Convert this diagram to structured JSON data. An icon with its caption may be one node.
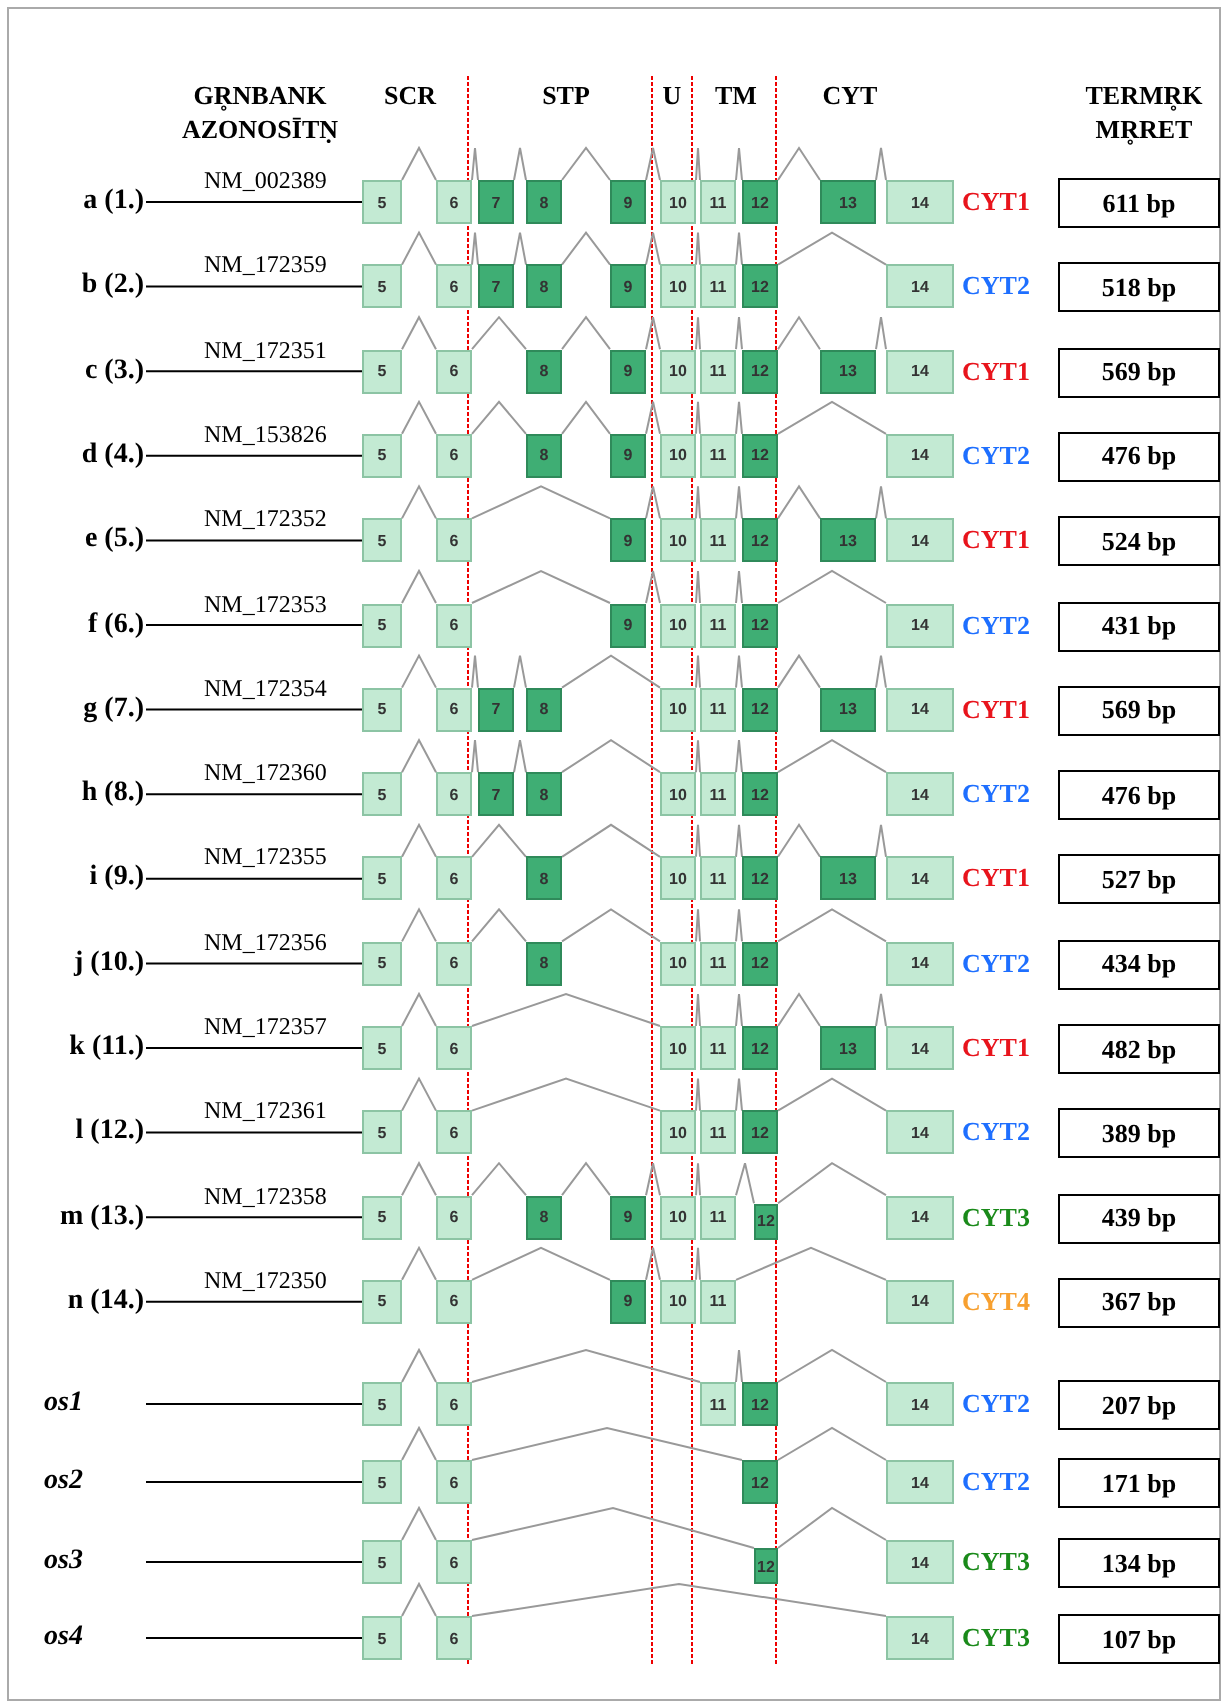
{
  "diagram": {
    "nodes": [
      {
        "text": [
          "a (1.)"
        ]
      },
      {
        "text": [
          "5"
        ]
      },
      {
        "text": [
          "6"
        ]
      },
      {
        "text": [
          "7"
        ]
      },
      {
        "text": [
          "8"
        ]
      },
      {
        "text": [
          "9"
        ]
      },
      {
        "text": [
          "10"
        ]
      },
      {
        "text": [
          "11"
        ]
      },
      {
        "text": [
          "12"
        ]
      },
      {
        "text": [
          "13"
        ]
      },
      {
        "text": [
          "14"
        ]
      },
      {
        "text": [
          "611 bp"
        ]
      },
      {
        "text": [
          "b (2.)"
        ]
      },
      {
        "text": [
          "5"
        ]
      },
      {
        "text": [
          "6"
        ]
      },
      {
        "text": [
          "7"
        ]
      },
      {
        "text": [
          "8"
        ]
      },
      {
        "text": [
          "9"
        ]
      },
      {
        "text": [
          "10"
        ]
      },
      {
        "text": [
          "11"
        ]
      },
      {
        "text": [
          "12"
        ]
      },
      {
        "text": [
          "14"
        ]
      },
      {
        "text": [
          "518 bp"
        ]
      },
      {
        "text": [
          "c (3.)"
        ]
      },
      {
        "text": [
          "5"
        ]
      },
      {
        "text": [
          "6"
        ]
      },
      {
        "text": [
          "8"
        ]
      },
      {
        "text": [
          "9"
        ]
      },
      {
        "text": [
          "10"
        ]
      },
      {
        "text": [
          "11"
        ]
      },
      {
        "text": [
          "12"
        ]
      },
      {
        "text": [
          "13"
        ]
      },
      {
        "text": [
          "14"
        ]
      },
      {
        "text": [
          "569 bp"
        ]
      },
      {
        "text": [
          "d (4.)"
        ]
      },
      {
        "text": [
          "5"
        ]
      },
      {
        "text": [
          "6"
        ]
      },
      {
        "text": [
          "8"
        ]
      },
      {
        "text": [
          "9"
        ]
      },
      {
        "text": [
          "10"
        ]
      },
      {
        "text": [
          "11"
        ]
      },
      {
        "text": [
          "12"
        ]
      },
      {
        "text": [
          "14"
        ]
      },
      {
        "text": [
          "476 bp"
        ]
      },
      {
        "text": [
          "e (5.)"
        ]
      },
      {
        "text": [
          "5"
        ]
      },
      {
        "text": [
          "6"
        ]
      },
      {
        "text": [
          "9"
        ]
      },
      {
        "text": [
          "10"
        ]
      },
      {
        "text": [
          "11"
        ]
      },
      {
        "text": [
          "12"
        ]
      },
      {
        "text": [
          "13"
        ]
      },
      {
        "text": [
          "14"
        ]
      },
      {
        "text": [
          "524 bp"
        ]
      },
      {
        "text": [
          "f (6.)"
        ]
      },
      {
        "text": [
          "5"
        ]
      },
      {
        "text": [
          "6"
        ]
      },
      {
        "text": [
          "9"
        ]
      },
      {
        "text": [
          "10"
        ]
      },
      {
        "text": [
          "11"
        ]
      },
      {
        "text": [
          "12"
        ]
      },
      {
        "text": [
          "14"
        ]
      },
      {
        "text": [
          "431 bp"
        ]
      },
      {
        "text": [
          "g (7.)"
        ]
      },
      {
        "text": [
          "5"
        ]
      },
      {
        "text": [
          "6"
        ]
      },
      {
        "text": [
          "7"
        ]
      },
      {
        "text": [
          "8"
        ]
      },
      {
        "text": [
          "10"
        ]
      },
      {
        "text": [
          "11"
        ]
      },
      {
        "text": [
          "12"
        ]
      },
      {
        "text": [
          "13"
        ]
      },
      {
        "text": [
          "14"
        ]
      },
      {
        "text": [
          "569 bp"
        ]
      },
      {
        "text": [
          "h (8.)"
        ]
      },
      {
        "text": [
          "5"
        ]
      },
      {
        "text": [
          "6"
        ]
      },
      {
        "text": [
          "7"
        ]
      },
      {
        "text": [
          "8"
        ]
      },
      {
        "text": [
          "10"
        ]
      },
      {
        "text": [
          "11"
        ]
      },
      {
        "text": [
          "12"
        ]
      },
      {
        "text": [
          "14"
        ]
      },
      {
        "text": [
          "476 bp"
        ]
      },
      {
        "text": [
          "i (9.)"
        ]
      },
      {
        "text": [
          "5"
        ]
      },
      {
        "text": [
          "6"
        ]
      },
      {
        "text": [
          "8"
        ]
      },
      {
        "text": [
          "10"
        ]
      },
      {
        "text": [
          "11"
        ]
      },
      {
        "text": [
          "12"
        ]
      },
      {
        "text": [
          "13"
        ]
      },
      {
        "text": [
          "14"
        ]
      },
      {
        "text": [
          "527 bp"
        ]
      },
      {
        "text": [
          "j (10.)"
        ]
      },
      {
        "text": [
          "5"
        ]
      },
      {
        "text": [
          "6"
        ]
      },
      {
        "text": [
          "8"
        ]
      },
      {
        "text": [
          "10"
        ]
      },
      {
        "text": [
          "11"
        ]
      },
      {
        "text": [
          "12"
        ]
      },
      {
        "text": [
          "14"
        ]
      },
      {
        "text": [
          "434 bp"
        ]
      },
      {
        "text": [
          "k (11.)"
        ]
      },
      {
        "text": [
          "5"
        ]
      },
      {
        "text": [
          "6"
        ]
      },
      {
        "text": [
          "10"
        ]
      },
      {
        "text": [
          "11"
        ]
      },
      {
        "text": [
          "12"
        ]
      },
      {
        "text": [
          "13"
        ]
      },
      {
        "text": [
          "14"
        ]
      },
      {
        "text": [
          "482 bp"
        ]
      },
      {
        "text": [
          "l (12.)"
        ]
      },
      {
        "text": [
          "5"
        ]
      },
      {
        "text": [
          "6"
        ]
      },
      {
        "text": [
          "10"
        ]
      },
      {
        "text": [
          "11"
        ]
      },
      {
        "text": [
          "12"
        ]
      },
      {
        "text": [
          "14"
        ]
      },
      {
        "text": [
          "389 bp"
        ]
      },
      {
        "text": [
          "m (13.)"
        ]
      },
      {
        "text": [
          "5"
        ]
      },
      {
        "text": [
          "6"
        ]
      },
      {
        "text": [
          "8"
        ]
      },
      {
        "text": [
          "9"
        ]
      },
      {
        "text": [
          "10"
        ]
      },
      {
        "text": [
          "11"
        ]
      },
      {
        "text": [
          "12"
        ]
      },
      {
        "text": [
          "14"
        ]
      },
      {
        "text": [
          "439 bp"
        ]
      },
      {
        "text": [
          "n (14.)"
        ]
      },
      {
        "text": [
          "5"
        ]
      },
      {
        "text": [
          "6"
        ]
      },
      {
        "text": [
          "9"
        ]
      },
      {
        "text": [
          "10"
        ]
      },
      {
        "text": [
          "11"
        ]
      },
      {
        "text": [
          "14"
        ]
      },
      {
        "text": [
          "367 bp"
        ]
      },
      {
        "text": [
          "os1"
        ]
      },
      {
        "text": [
          "5"
        ]
      },
      {
        "text": [
          "6"
        ]
      },
      {
        "text": [
          "11"
        ]
      },
      {
        "text": [
          "12"
        ]
      },
      {
        "text": [
          "14"
        ]
      },
      {
        "text": [
          "207 bp"
        ]
      },
      {
        "text": [
          "os2"
        ]
      },
      {
        "text": [
          "5"
        ]
      },
      {
        "text": [
          "6"
        ]
      },
      {
        "text": [
          "12"
        ]
      },
      {
        "text": [
          "14"
        ]
      },
      {
        "text": [
          "171 bp"
        ]
      },
      {
        "text": [
          "os3"
        ]
      },
      {
        "text": [
          "5"
        ]
      },
      {
        "text": [
          "6"
        ]
      },
      {
        "text": [
          "12"
        ]
      },
      {
        "text": [
          "14"
        ]
      },
      {
        "text": [
          "134 bp"
        ]
      },
      {
        "text": [
          "os4"
        ]
      },
      {
        "text": [
          "5"
        ]
      },
      {
        "text": [
          "6"
        ]
      },
      {
        "text": [
          "14"
        ]
      },
      {
        "text": [
          "107 bp"
        ]
      }
    ],
    "edges": [
      {
        "from": 0,
        "to": 1,
        "arrow": "none",
        "label": "NM_002389",
        "color": "#000000"
      },
      {
        "from": 1,
        "to": 2,
        "arrow": "none"
      },
      {
        "from": 2,
        "to": 3,
        "arrow": "none"
      },
      {
        "from": 3,
        "to": 4,
        "arrow": "none"
      },
      {
        "from": 4,
        "to": 5,
        "arrow": "none"
      },
      {
        "from": 5,
        "to": 6,
        "arrow": "none"
      },
      {
        "from": 6,
        "to": 7,
        "arrow": "none"
      },
      {
        "from": 7,
        "to": 8,
        "arrow": "none"
      },
      {
        "from": 8,
        "to": 9,
        "arrow": "none"
      },
      {
        "from": 9,
        "to": 10,
        "arrow": "none"
      },
      {
        "from": 12,
        "to": 13,
        "arrow": "none",
        "label": "NM_172359",
        "color": "#000000"
      },
      {
        "from": 13,
        "to": 14,
        "arrow": "none"
      },
      {
        "from": 14,
        "to": 15,
        "arrow": "none"
      },
      {
        "from": 15,
        "to": 16,
        "arrow": "none"
      },
      {
        "from": 16,
        "to": 17,
        "arrow": "none"
      },
      {
        "from": 17,
        "to": 18,
        "arrow": "none"
      },
      {
        "from": 18,
        "to": 19,
        "arrow": "none"
      },
      {
        "from": 19,
        "to": 20,
        "arrow": "none"
      },
      {
        "from": 20,
        "to": 21,
        "arrow": "none"
      },
      {
        "from": 23,
        "to": 24,
        "arrow": "none",
        "label": "NM_172351",
        "color": "#000000"
      },
      {
        "from": 24,
        "to": 25,
        "arrow": "none"
      },
      {
        "from": 25,
        "to": 26,
        "arrow": "none"
      },
      {
        "from": 26,
        "to": 27,
        "arrow": "none"
      },
      {
        "from": 27,
        "to": 28,
        "arrow": "none"
      },
      {
        "from": 28,
        "to": 29,
        "arrow": "none"
      },
      {
        "from": 29,
        "to": 30,
        "arrow": "none"
      },
      {
        "from": 30,
        "to": 31,
        "arrow": "none"
      },
      {
        "from": 31,
        "to": 32,
        "arrow": "none"
      },
      {
        "from": 34,
        "to": 35,
        "arrow": "none",
        "label": "NM_153826",
        "color": "#000000"
      },
      {
        "from": 35,
        "to": 36,
        "arrow": "none"
      },
      {
        "from": 36,
        "to": 37,
        "arrow": "none"
      },
      {
        "from": 37,
        "to": 38,
        "arrow": "none"
      },
      {
        "from": 38,
        "to": 39,
        "arrow": "none"
      },
      {
        "from": 39,
        "to": 40,
        "arrow": "none"
      },
      {
        "from": 40,
        "to": 41,
        "arrow": "none"
      },
      {
        "from": 41,
        "to": 42,
        "arrow": "none"
      },
      {
        "from": 44,
        "to": 45,
        "arrow": "none",
        "label": "NM_172352",
        "color": "#000000"
      },
      {
        "from": 45,
        "to": 46,
        "arrow": "none"
      },
      {
        "from": 46,
        "to": 47,
        "arrow": "none"
      },
      {
        "from": 47,
        "to": 48,
        "arrow": "none"
      },
      {
        "from": 48,
        "to": 49,
        "arrow": "none"
      },
      {
        "from": 49,
        "to": 50,
        "arrow": "none"
      },
      {
        "from": 50,
        "to": 51,
        "arrow": "none"
      },
      {
        "from": 51,
        "to": 52,
        "arrow": "none"
      },
      {
        "from": 54,
        "to": 55,
        "arrow": "none",
        "label": "NM_172353",
        "color": "#000000"
      },
      {
        "from": 55,
        "to": 56,
        "arrow": "none"
      },
      {
        "from": 56,
        "to": 57,
        "arrow": "none"
      },
      {
        "from": 57,
        "to": 58,
        "arrow": "none"
      },
      {
        "from": 58,
        "to": 59,
        "arrow": "none"
      },
      {
        "from": 59,
        "to": 60,
        "arrow": "none"
      },
      {
        "from": 60,
        "to": 61,
        "arrow": "none"
      },
      {
        "from": 63,
        "to": 64,
        "arrow": "none",
        "label": "NM_172354",
        "color": "#000000"
      },
      {
        "from": 64,
        "to": 65,
        "arrow": "none"
      },
      {
        "from": 65,
        "to": 66,
        "arrow": "none"
      },
      {
        "from": 66,
        "to": 67,
        "arrow": "none"
      },
      {
        "from": 67,
        "to": 68,
        "arrow": "none"
      },
      {
        "from": 68,
        "to": 69,
        "arrow": "none"
      },
      {
        "from": 69,
        "to": 70,
        "arrow": "none"
      },
      {
        "from": 70,
        "to": 71,
        "arrow": "none"
      },
      {
        "from": 71,
        "to": 72,
        "arrow": "none"
      },
      {
        "from": 74,
        "to": 75,
        "arrow": "none",
        "label": "NM_172360",
        "color": "#000000"
      },
      {
        "from": 75,
        "to": 76,
        "arrow": "none"
      },
      {
        "from": 76,
        "to": 77,
        "arrow": "none"
      },
      {
        "from": 77,
        "to": 78,
        "arrow": "none"
      },
      {
        "from": 78,
        "to": 79,
        "arrow": "none"
      },
      {
        "from": 79,
        "to": 80,
        "arrow": "none"
      },
      {
        "from": 80,
        "to": 81,
        "arrow": "none"
      },
      {
        "from": 81,
        "to": 82,
        "arrow": "none"
      },
      {
        "from": 84,
        "to": 85,
        "arrow": "none",
        "label": "NM_172355",
        "color": "#000000"
      },
      {
        "from": 85,
        "to": 86,
        "arrow": "none"
      },
      {
        "from": 86,
        "to": 87,
        "arrow": "none"
      },
      {
        "from": 87,
        "to": 88,
        "arrow": "none"
      },
      {
        "from": 88,
        "to": 89,
        "arrow": "none"
      },
      {
        "from": 89,
        "to": 90,
        "arrow": "none"
      },
      {
        "from": 90,
        "to": 91,
        "arrow": "none"
      },
      {
        "from": 91,
        "to": 92,
        "arrow": "none"
      },
      {
        "from": 94,
        "to": 95,
        "arrow": "none",
        "label": "NM_172356",
        "color": "#000000"
      },
      {
        "from": 95,
        "to": 96,
        "arrow": "none"
      },
      {
        "from": 96,
        "to": 97,
        "arrow": "none"
      },
      {
        "from": 97,
        "to": 98,
        "arrow": "none"
      },
      {
        "from": 98,
        "to": 99,
        "arrow": "none"
      },
      {
        "from": 99,
        "to": 100,
        "arrow": "none"
      },
      {
        "from": 100,
        "to": 101,
        "arrow": "none"
      },
      {
        "from": 103,
        "to": 104,
        "arrow": "none",
        "label": "NM_172357",
        "color": "#000000"
      },
      {
        "from": 104,
        "to": 105,
        "arrow": "none"
      },
      {
        "from": 105,
        "to": 106,
        "arrow": "none"
      },
      {
        "from": 106,
        "to": 107,
        "arrow": "none"
      },
      {
        "from": 107,
        "to": 108,
        "arrow": "none"
      },
      {
        "from": 108,
        "to": 109,
        "arrow": "none"
      },
      {
        "from": 109,
        "to": 110,
        "arrow": "none"
      },
      {
        "from": 112,
        "to": 113,
        "arrow": "none",
        "label": "NM_172361",
        "color": "#000000"
      },
      {
        "from": 113,
        "to": 114,
        "arrow": "none"
      },
      {
        "from": 114,
        "to": 115,
        "arrow": "none"
      },
      {
        "from": 115,
        "to": 116,
        "arrow": "none"
      },
      {
        "from": 116,
        "to": 117,
        "arrow": "none"
      },
      {
        "from": 117,
        "to": 118,
        "arrow": "none"
      },
      {
        "from": 120,
        "to": 121,
        "arrow": "none",
        "label": "NM_172358",
        "color": "#000000"
      },
      {
        "from": 121,
        "to": 122,
        "arrow": "none"
      },
      {
        "from": 122,
        "to": 123,
        "arrow": "none"
      },
      {
        "from": 123,
        "to": 124,
        "arrow": "none"
      },
      {
        "from": 124,
        "to": 125,
        "arrow": "none"
      },
      {
        "from": 125,
        "to": 126,
        "arrow": "none"
      },
      {
        "from": 126,
        "to": 127,
        "arrow": "none"
      },
      {
        "from": 127,
        "to": 128,
        "arrow": "none"
      },
      {
        "from": 130,
        "to": 131,
        "arrow": "none",
        "label": "NM_172350",
        "color": "#000000"
      },
      {
        "from": 131,
        "to": 132,
        "arrow": "none"
      },
      {
        "from": 132,
        "to": 133,
        "arrow": "none"
      },
      {
        "from": 133,
        "to": 134,
        "arrow": "none"
      },
      {
        "from": 134,
        "to": 135,
        "arrow": "none"
      },
      {
        "from": 135,
        "to": 136,
        "arrow": "none"
      },
      {
        "from": 138,
        "to": 139,
        "arrow": "none",
        "color": "#000000"
      },
      {
        "from": 139,
        "to": 140,
        "arrow": "none"
      },
      {
        "from": 140,
        "to": 141,
        "arrow": "none"
      },
      {
        "from": 141,
        "to": 142,
        "arrow": "none"
      },
      {
        "from": 142,
        "to": 143,
        "arrow": "none"
      },
      {
        "from": 145,
        "to": 146,
        "arrow": "none",
        "color": "#000000"
      },
      {
        "from": 146,
        "to": 147,
        "arrow": "none"
      },
      {
        "from": 147,
        "to": 148,
        "arrow": "none"
      },
      {
        "from": 148,
        "to": 149,
        "arrow": "none"
      },
      {
        "from": 151,
        "to": 152,
        "arrow": "none",
        "color": "#000000"
      },
      {
        "from": 152,
        "to": 153,
        "arrow": "none"
      },
      {
        "from": 153,
        "to": 154,
        "arrow": "none"
      },
      {
        "from": 154,
        "to": 155,
        "arrow": "none"
      },
      {
        "from": 157,
        "to": 158,
        "arrow": "none",
        "color": "#000000"
      },
      {
        "from": 158,
        "to": 159,
        "arrow": "none"
      },
      {
        "from": 159,
        "to": 160,
        "arrow": "none"
      }
    ],
    "labels": [
      "GR̥NBANK AZONOSĪTṆ",
      "SCR",
      "STP",
      "U",
      "TM",
      "CYT",
      "TERMR̥K MR̥RET",
      "CYT1",
      "CYT2",
      "CYT1",
      "CYT2",
      "CYT1",
      "CYT2",
      "CYT1",
      "CYT2",
      "CYT1",
      "CYT2",
      "CYT1",
      "CYT2",
      "CYT3",
      "CYT4",
      "CYT2",
      "CYT2",
      "CYT3",
      "CYT3"
    ]
  }
}
